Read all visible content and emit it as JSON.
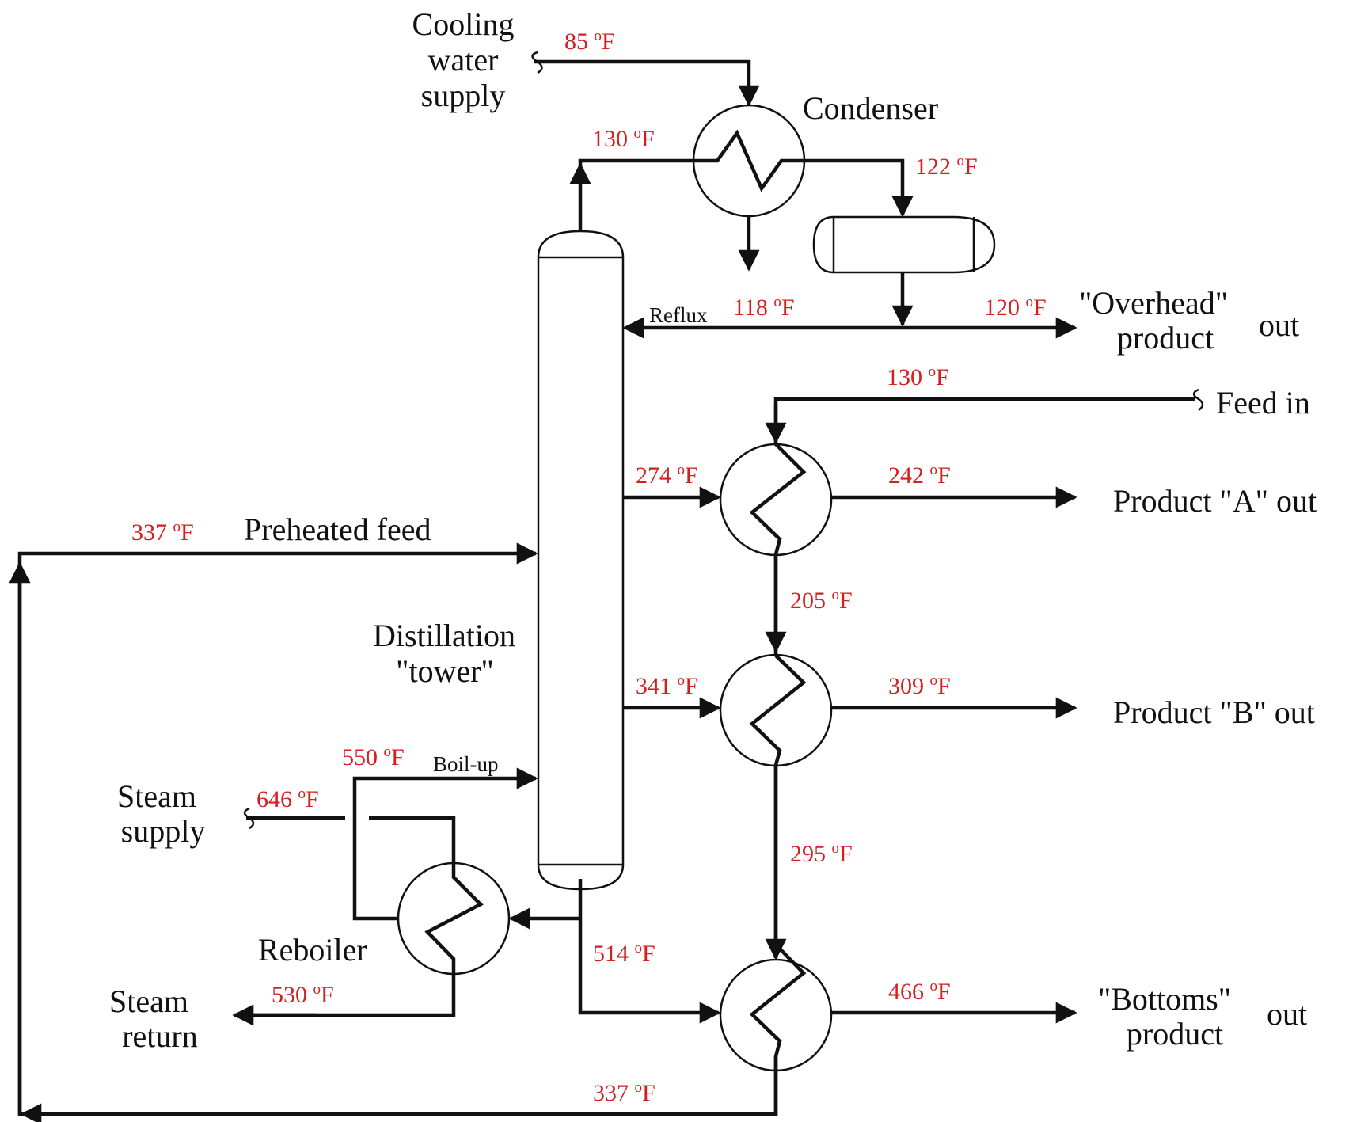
{
  "labels": {
    "cooling_water_supply": [
      "Cooling",
      "water",
      "supply"
    ],
    "condenser": "Condenser",
    "overhead_product": [
      "\"Overhead\"",
      "product"
    ],
    "overhead_out": "out",
    "reflux": "Reflux",
    "feed_in": "Feed in",
    "product_a_out": "Product \"A\" out",
    "product_b_out": "Product \"B\" out",
    "bottoms_product": [
      "\"Bottoms\"",
      "product"
    ],
    "bottoms_out": "out",
    "preheated_feed": "Preheated feed",
    "distillation_tower": [
      "Distillation",
      "\"tower\""
    ],
    "boil_up": "Boil-up",
    "steam_supply": [
      "Steam",
      "supply"
    ],
    "reboiler": "Reboiler",
    "steam_return": [
      "Steam",
      "return"
    ]
  },
  "temperatures": {
    "unit_superscript": "o",
    "unit_letter": "F",
    "cooling_water_in": "85",
    "vapor_to_condenser": "130",
    "condensate_out": "122",
    "cooling_water_out": "118",
    "overhead_product": "120",
    "feed_in": "130",
    "product_a_draw": "274",
    "product_a_out": "242",
    "feed_after_exchanger_a": "205",
    "product_b_draw": "341",
    "product_b_out": "309",
    "feed_after_exchanger_b": "295",
    "bottoms_draw": "514",
    "bottoms_out": "466",
    "feed_after_exchanger_c": "337",
    "preheated_feed": "337",
    "boil_up": "550",
    "steam_supply": "646",
    "steam_return": "530"
  },
  "colors": {
    "temperature_text": "#d31f1f",
    "line": "#111111"
  }
}
